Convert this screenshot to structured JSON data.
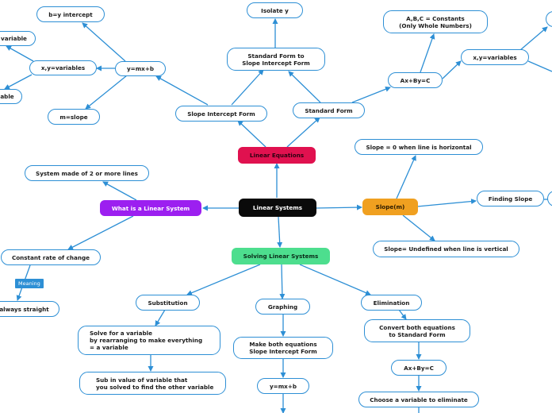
{
  "nodes": {
    "linear_systems": "Linear Systems",
    "linear_equations": "Linear Equations",
    "slope_intercept_form": "Slope Intercept Form",
    "standard_form": "Standard Form",
    "standard_to_slope": "Standard Form to\nSlope Intercept Form",
    "isolate_y": "Isolate y",
    "ax_by_c_top": "Ax+By=C",
    "constants": "A,B,C = Constants\n(Only Whole Numbers)",
    "xy_variables_right": "x,y=variables",
    "y_mx_b_top": "y=mx+b",
    "b_y_intercept": "b=y intercept",
    "xy_variables_left": "x,y=variables",
    "variable_cut": "variable",
    "able_cut": "able",
    "m_slope": "m=slope",
    "slope_m": "Slope(m)",
    "slope_zero": "Slope = 0 when line is horizontal",
    "slope_undefined": "Slope= Undefined when line is vertical",
    "finding_slope": "Finding Slope",
    "what_is_linear_system": "What is a Linear System",
    "system_made": "System made of 2 or more lines",
    "constant_rate": "Constant rate of change",
    "always_straight": "always straight",
    "solving_linear_systems": "Solving Linear Systems",
    "substitution": "Substitution",
    "graphing": "Graphing",
    "elimination": "Elimination",
    "solve_variable": "Solve for a variable\nby rearranging to make everything\n= a variable",
    "sub_value": "Sub in value of variable that\nyou solved to find the other variable",
    "make_both": "Make both equations\nSlope Intercept Form",
    "y_mx_b_bottom": "y=mx+b",
    "convert_both": "Convert both equations\nto Standard Form",
    "ax_by_c_bottom": "Ax+By=C",
    "choose_variable": "Choose a variable to eliminate"
  },
  "labels": {
    "meaning": "Meaning"
  },
  "colors": {
    "connector": "#2d8fd5",
    "central": "#0a0a0a",
    "linear_equations": "#e0114f",
    "what_is_linear_system": "#9c1ff0",
    "slope": "#f0a020",
    "solving": "#4dde8e"
  }
}
